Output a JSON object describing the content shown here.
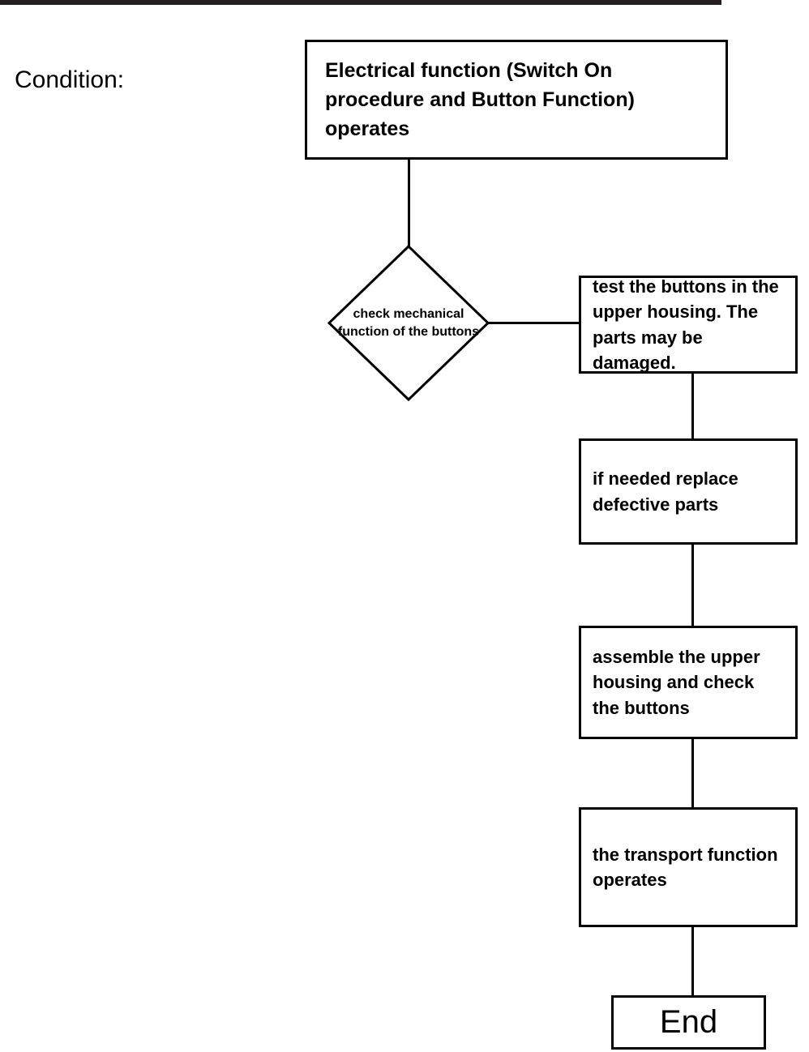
{
  "page": {
    "title": "Condition flowchart - mechanical button check",
    "background_color": "#ffffff",
    "line_color": "#000000",
    "top_rule_color": "#231f20"
  },
  "labels": {
    "condition": "Condition:"
  },
  "flowchart": {
    "type": "flowchart",
    "orientation": "top-down then right column",
    "nodes": [
      {
        "id": "start",
        "shape": "rectangle",
        "text": "Electrical function (Switch On procedure and Button Function) operates"
      },
      {
        "id": "decision",
        "shape": "diamond",
        "text": "check mechanical function of the buttons"
      },
      {
        "id": "test",
        "shape": "rectangle",
        "text": "test the buttons in the upper housing. The parts may be damaged."
      },
      {
        "id": "replace",
        "shape": "rectangle",
        "text": "if needed replace defective parts"
      },
      {
        "id": "assemble",
        "shape": "rectangle",
        "text": "assemble the upper housing and check the buttons"
      },
      {
        "id": "transport",
        "shape": "rectangle",
        "text": "the transport function operates"
      },
      {
        "id": "end",
        "shape": "rectangle",
        "text": "End"
      }
    ],
    "edges": [
      {
        "from": "start",
        "to": "decision",
        "direction": "down",
        "label": ""
      },
      {
        "from": "decision",
        "to": "test",
        "direction": "right",
        "label": ""
      },
      {
        "from": "test",
        "to": "replace",
        "direction": "down",
        "label": ""
      },
      {
        "from": "replace",
        "to": "assemble",
        "direction": "down",
        "label": ""
      },
      {
        "from": "assemble",
        "to": "transport",
        "direction": "down",
        "label": ""
      },
      {
        "from": "transport",
        "to": "end",
        "direction": "down",
        "label": ""
      }
    ]
  }
}
